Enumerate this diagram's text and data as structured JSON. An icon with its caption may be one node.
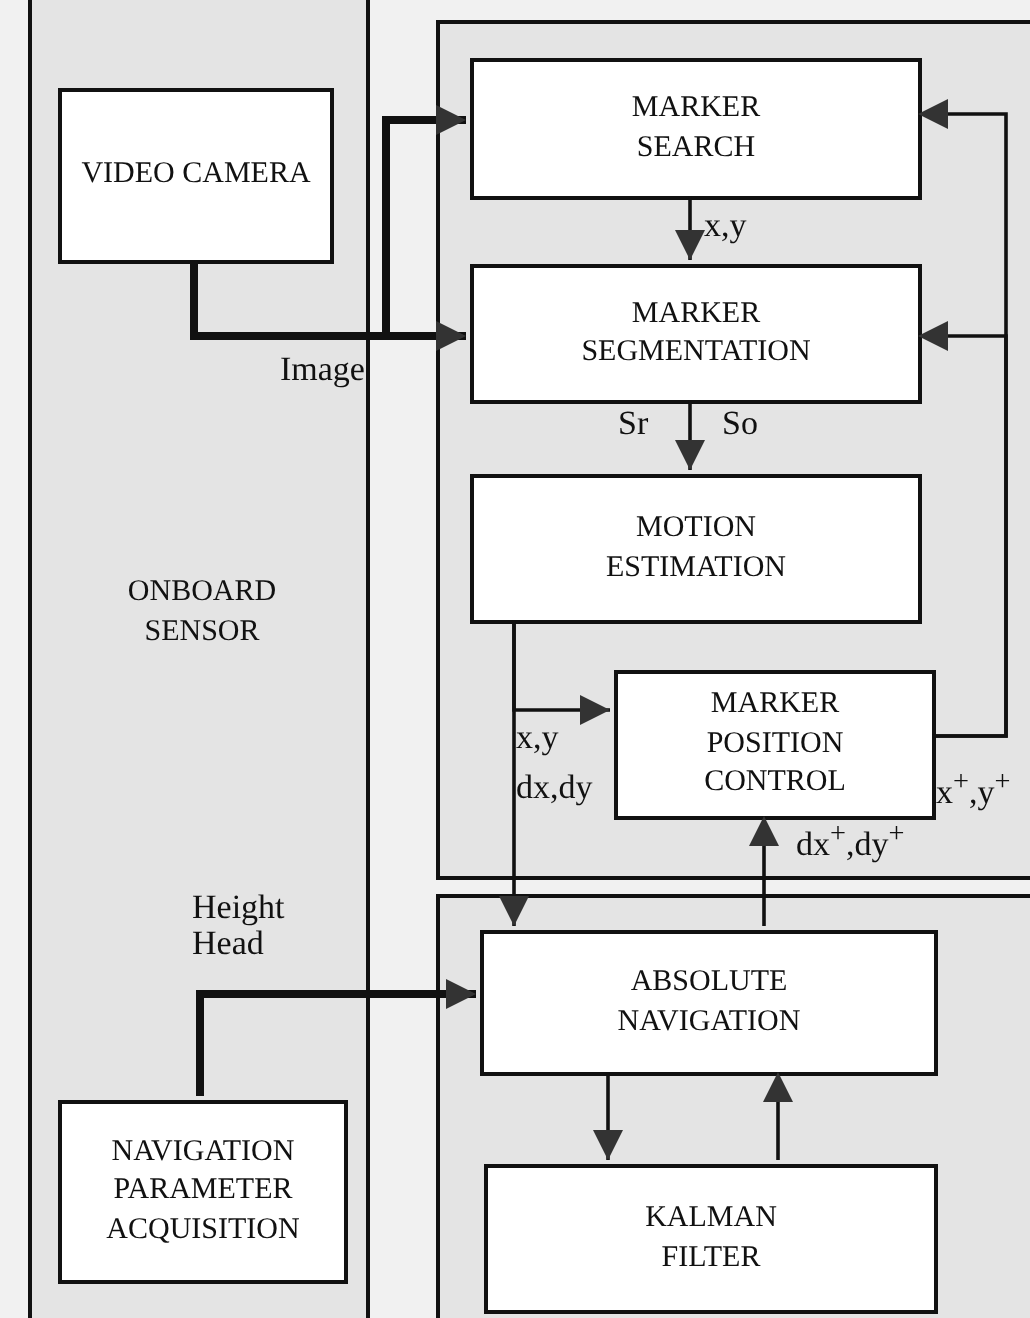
{
  "diagram": {
    "nodes": [
      {
        "text": [
          "ONBOARD SENSOR"
        ]
      },
      {
        "text": [
          "VIDEO CAMERA"
        ],
        "in": 0
      },
      {
        "text": [
          "NAVIGATION PARAMETER ACQUISITION"
        ],
        "in": 0
      },
      {
        "text": [],
        "shape": "box"
      },
      {
        "text": [
          "MARKER SEARCH"
        ],
        "in": 3
      },
      {
        "text": [
          "MARKER SEGMENTATION"
        ],
        "in": 3
      },
      {
        "text": [
          "MOTION ESTIMATION"
        ],
        "in": 3
      },
      {
        "text": [
          "MARKER POSITION CONTROL"
        ],
        "in": 3
      },
      {
        "text": [],
        "shape": "box"
      },
      {
        "text": [
          "ABSOLUTE NAVIGATION"
        ],
        "in": 8
      },
      {
        "text": [
          "KALMAN FILTER"
        ],
        "in": 8
      }
    ],
    "edges": [
      {
        "from": 1,
        "to": 4,
        "arrow": "to",
        "style": "thick"
      },
      {
        "from": 1,
        "to": 5,
        "arrow": "to",
        "style": "thick",
        "label": "Image"
      },
      {
        "from": 4,
        "to": 5,
        "arrow": "to",
        "label": "x,y"
      },
      {
        "from": 5,
        "to": 6,
        "arrow": "to"
      },
      {
        "from": 6,
        "to": 7,
        "arrow": "to",
        "label": "x,y"
      },
      {
        "from": 6,
        "to": 9,
        "arrow": "to",
        "label": "dx,dy"
      },
      {
        "from": 9,
        "to": 7,
        "arrow": "to",
        "label": "dx$^{+}$,dy$^{+}$"
      },
      {
        "from": 7,
        "to": 4,
        "arrow": "to",
        "label": "x$^{+}$,y$^{+}$"
      },
      {
        "from": 7,
        "to": 5,
        "arrow": "to"
      },
      {
        "from": 2,
        "to": 9,
        "arrow": "to",
        "style": "thick",
        "label": "Height Head"
      },
      {
        "from": 9,
        "to": 10,
        "arrow": "to"
      },
      {
        "from": 10,
        "to": 9,
        "arrow": "to"
      }
    ],
    "labels": [
      "Sr",
      "So"
    ]
  }
}
